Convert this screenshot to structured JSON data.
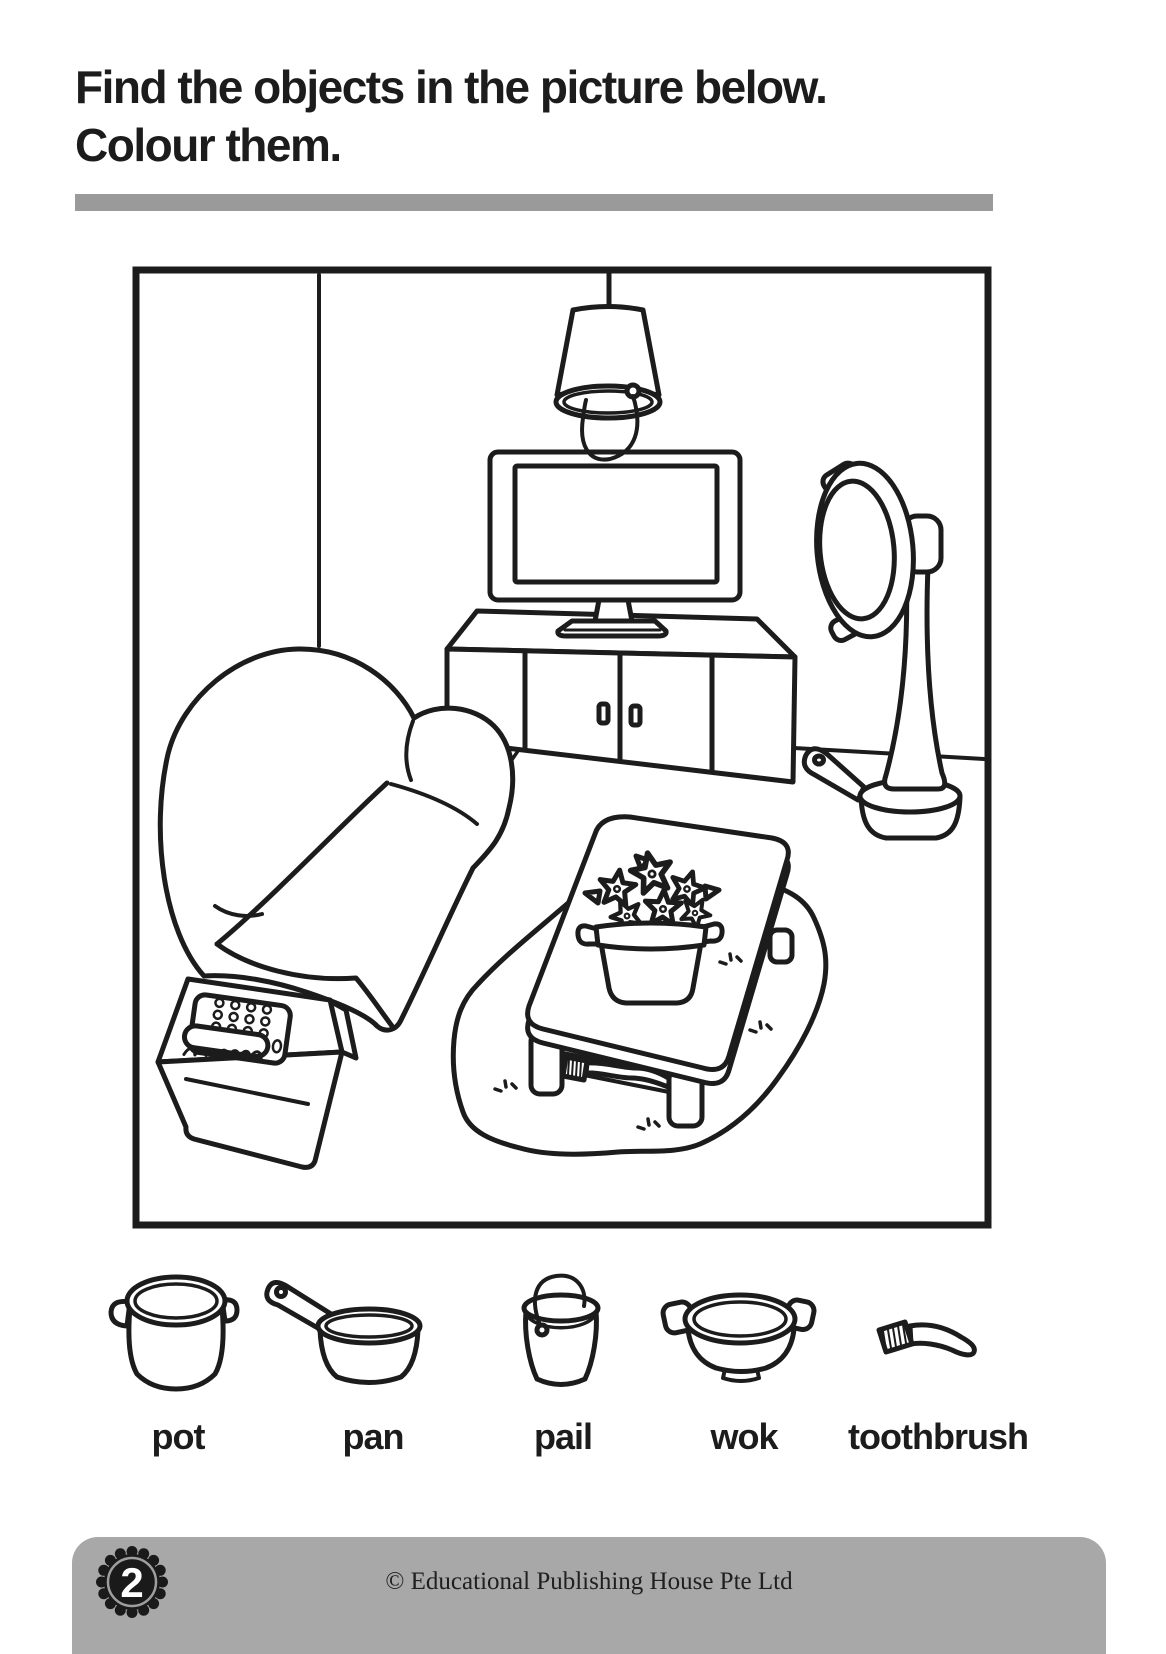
{
  "header": {
    "instruction_line1": "Find the objects in the picture below.",
    "instruction_line2": "Colour them."
  },
  "colors": {
    "ink": "#1c1c1c",
    "divider": "#9a9a9a",
    "footer_bar": "#a8a8a8",
    "badge": "#1a1a1a",
    "badge_text": "#ffffff"
  },
  "scene": {
    "furniture": [
      "television",
      "tv cabinet",
      "armchair",
      "coffee table",
      "telephone on side table",
      "rug",
      "standing fan",
      "ceiling lamp"
    ],
    "hidden_objects": [
      "pail (as lamp shade)",
      "wok (as fan head)",
      "pan (as fan base)",
      "pot (as planter on table)",
      "toothbrush (on shelf under table)"
    ]
  },
  "word_bank": {
    "items": [
      {
        "label": "pot"
      },
      {
        "label": "pan"
      },
      {
        "label": "pail"
      },
      {
        "label": "wok"
      },
      {
        "label": "toothbrush"
      }
    ]
  },
  "footer": {
    "page_number": "2",
    "copyright": "© Educational Publishing House Pte Ltd"
  }
}
